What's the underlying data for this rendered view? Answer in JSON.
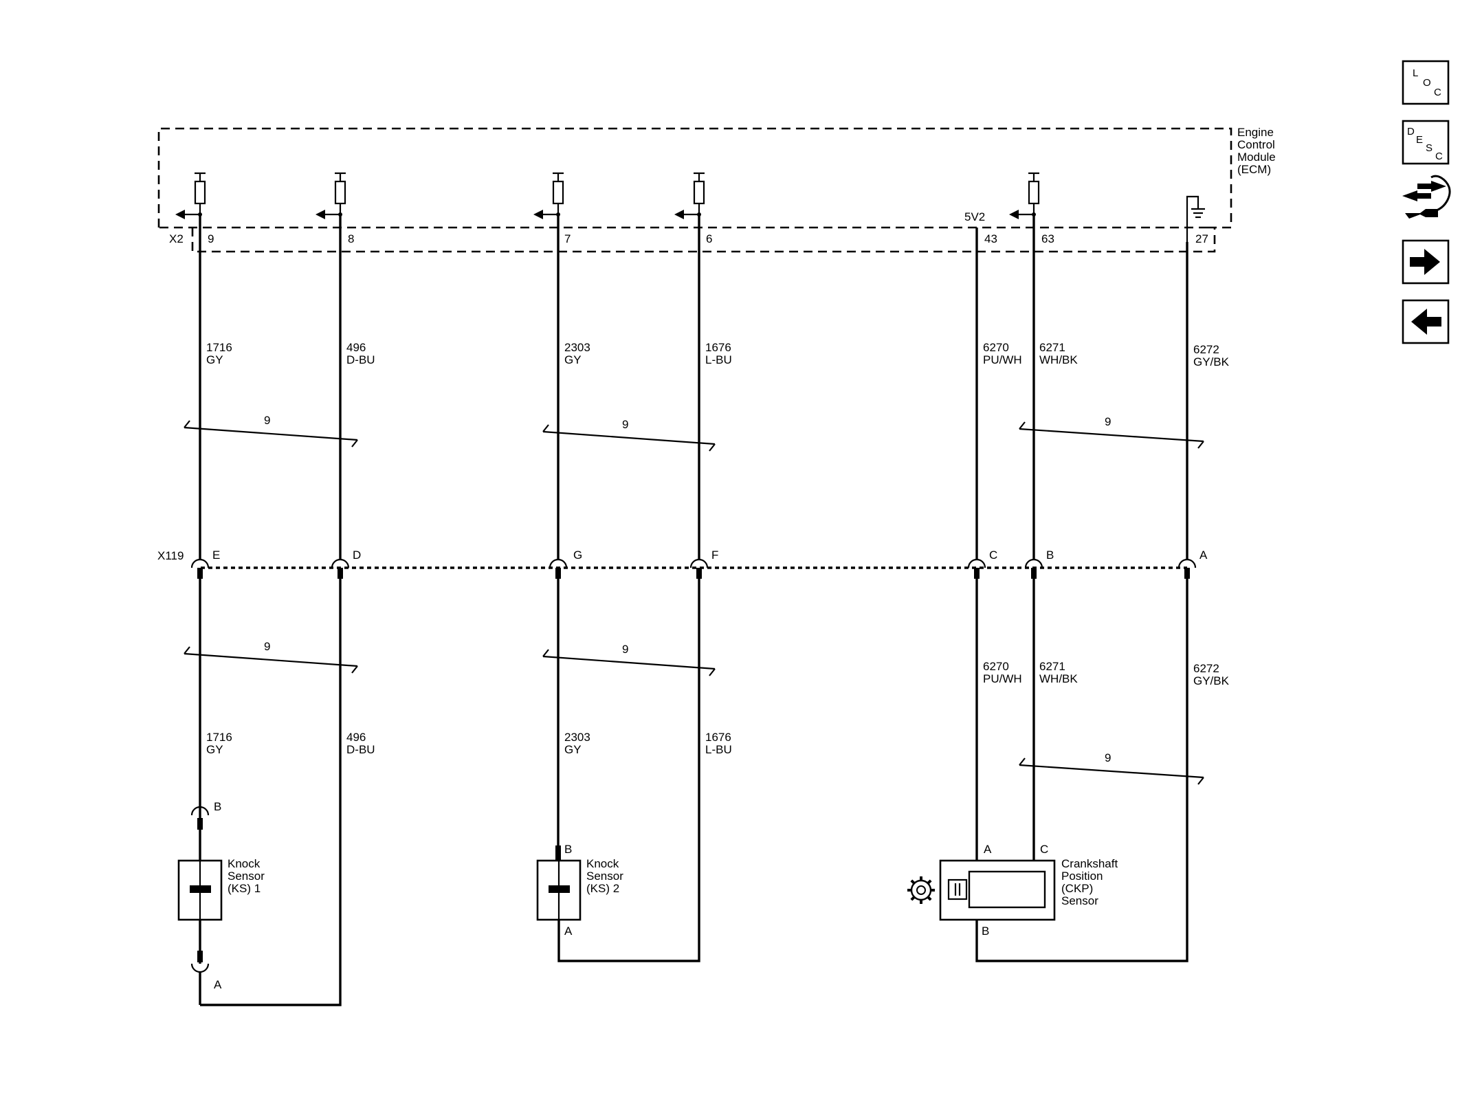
{
  "module": {
    "name_lines": [
      "Engine",
      "Control",
      "Module",
      "(ECM)"
    ],
    "connector": "X2",
    "ref_5v": "5V2",
    "pins": [
      "9",
      "8",
      "7",
      "6",
      "43",
      "63",
      "27"
    ]
  },
  "inline_connector": {
    "name": "X119",
    "pins": [
      "E",
      "D",
      "G",
      "F",
      "C",
      "B",
      "A"
    ]
  },
  "wires_upper": [
    {
      "circuit": "1716",
      "color": "GY"
    },
    {
      "circuit": "496",
      "color": "D-BU"
    },
    {
      "circuit": "2303",
      "color": "GY"
    },
    {
      "circuit": "1676",
      "color": "L-BU"
    },
    {
      "circuit": "6270",
      "color": "PU/WH"
    },
    {
      "circuit": "6271",
      "color": "WH/BK"
    },
    {
      "circuit": "6272",
      "color": "GY/BK"
    }
  ],
  "wires_lower": [
    {
      "circuit": "1716",
      "color": "GY"
    },
    {
      "circuit": "496",
      "color": "D-BU"
    },
    {
      "circuit": "2303",
      "color": "GY"
    },
    {
      "circuit": "1676",
      "color": "L-BU"
    },
    {
      "circuit": "6270",
      "color": "PU/WH"
    },
    {
      "circuit": "6271",
      "color": "WH/BK"
    },
    {
      "circuit": "6272",
      "color": "GY/BK"
    }
  ],
  "twist_label": "9",
  "components": {
    "ks1": {
      "lines": [
        "Knock",
        "Sensor",
        "(KS) 1"
      ],
      "pin_top": "B",
      "pin_bottom": "A"
    },
    "ks2": {
      "lines": [
        "Knock",
        "Sensor",
        "(KS) 2"
      ],
      "pin_top": "B",
      "pin_bottom": "A"
    },
    "ckp": {
      "lines": [
        "Crankshaft",
        "Position",
        "(CKP)",
        "Sensor"
      ],
      "pin_a": "A",
      "pin_c": "C",
      "pin_b": "B"
    }
  },
  "nav": {
    "loc": {
      "big1": "L",
      "small1": "O",
      "small2": "C"
    },
    "desc": {
      "big1": "D",
      "small1": "E",
      "small2": "S",
      "small3": "C"
    },
    "icons": [
      "service-info-icon",
      "next-page-arrow-icon",
      "previous-page-arrow-icon"
    ]
  }
}
